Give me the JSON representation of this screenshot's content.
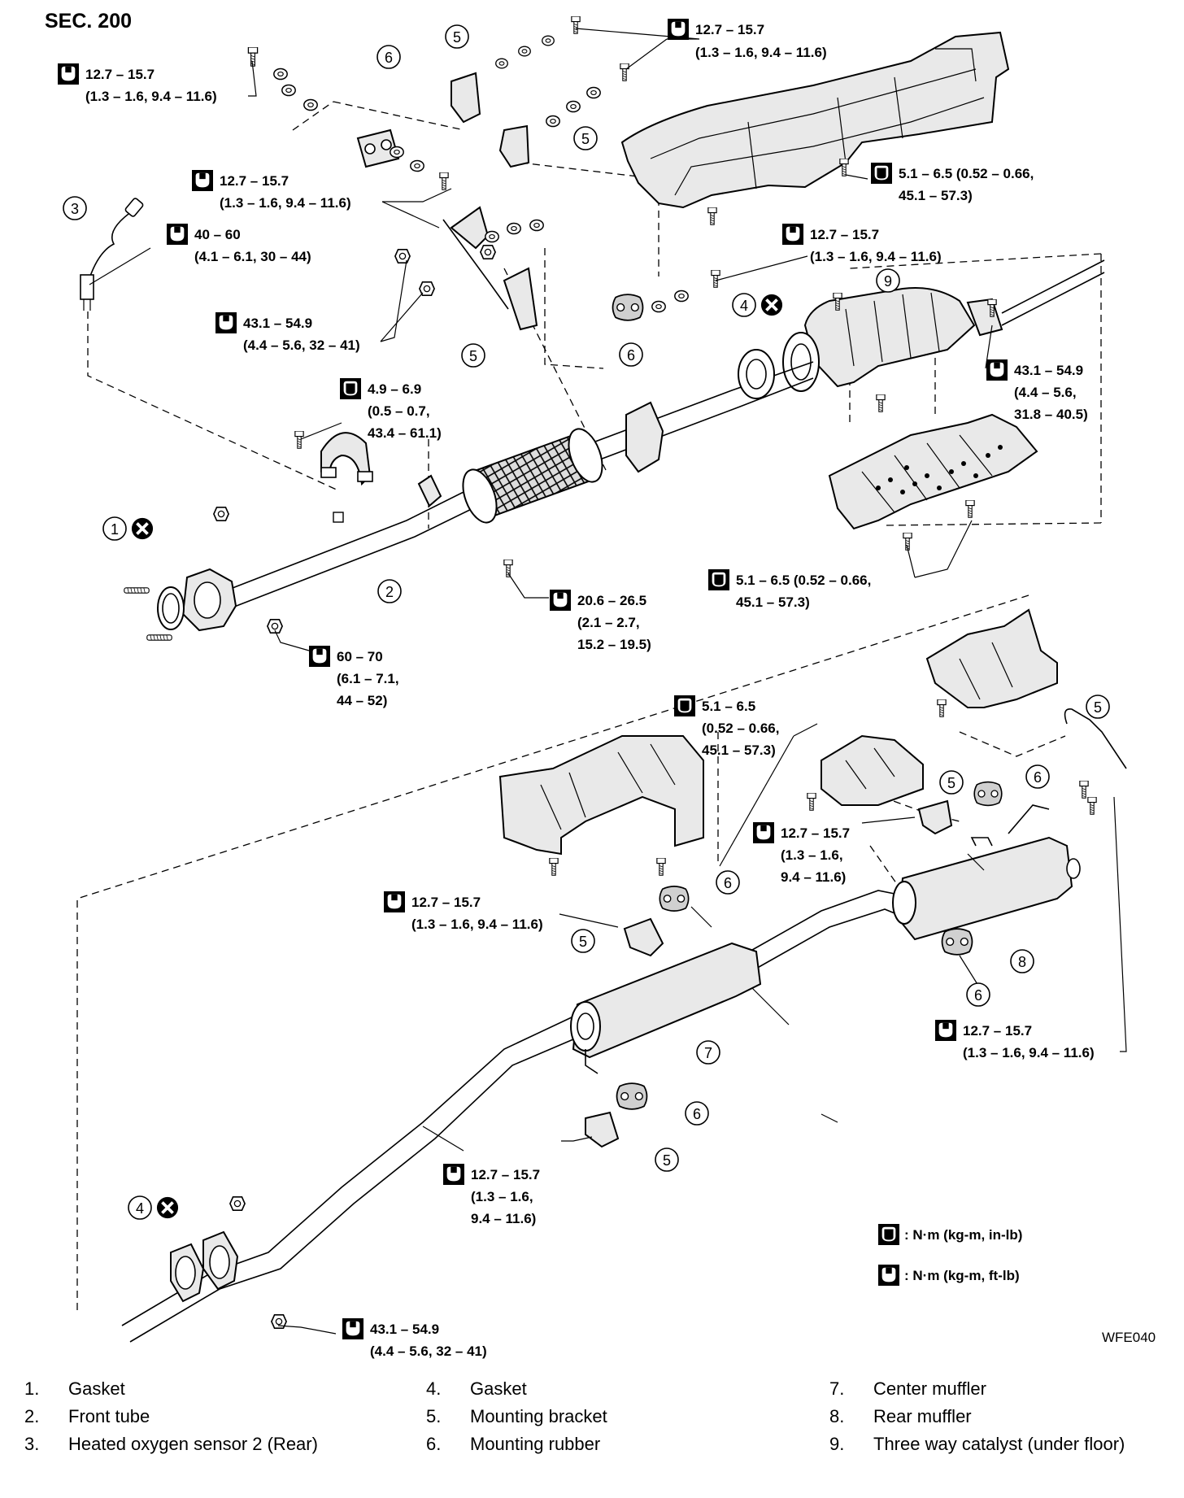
{
  "header": {
    "section": "SEC. 200"
  },
  "figure_code": "WFE040",
  "legend": {
    "inlb": ": N·m (kg-m, in-lb)",
    "ftlb": ": N·m (kg-m, ft-lb)"
  },
  "torques": {
    "t_ulheat_a": "12.7 – 15.7",
    "t_ulheat_b": "(1.3 – 1.6, 9.4 – 11.6)",
    "t_topleft_a": "12.7 – 15.7",
    "t_topleft_b": "(1.3 – 1.6, 9.4 – 11.6)",
    "t_shield_a": "5.1 – 6.5 (0.52 – 0.66,",
    "t_shield_b": "45.1 – 57.3)",
    "t_mid_a": "12.7 – 15.7",
    "t_mid_b": "(1.3 – 1.6, 9.4 – 11.6)",
    "t_sensor_a": "40 – 60",
    "t_sensor_b": "(4.1 – 6.1, 30 – 44)",
    "t_cat_a": "12.7 – 15.7",
    "t_cat_b": "(1.3 – 1.6, 9.4 – 11.6)",
    "t_nut_a": "43.1 – 54.9",
    "t_nut_b": "(4.4 – 5.6, 32 – 41)",
    "t_catr_a": "43.1 – 54.9",
    "t_catr_b": "(4.4 – 5.6,",
    "t_catr_c": "31.8 – 40.5)",
    "t_clamp_a": "4.9 – 6.9",
    "t_clamp_b": "(0.5 – 0.7,",
    "t_clamp_c": "43.4 – 61.1)",
    "t_lowshield_a": "5.1 – 6.5 (0.52 – 0.66,",
    "t_lowshield_b": "45.1 – 57.3)",
    "t_bolt_a": "20.6 – 26.5",
    "t_bolt_b": "(2.1 – 2.7,",
    "t_bolt_c": "15.2 – 19.5)",
    "t_front_a": "60 – 70",
    "t_front_b": "(6.1 – 7.1,",
    "t_front_c": "44 – 52)",
    "t_cshield_a": "5.1 – 6.5",
    "t_cshield_b": "(0.52 – 0.66,",
    "t_cshield_c": "45.1 – 57.3)",
    "t_rbr_a": "12.7 – 15.7",
    "t_rbr_b": "(1.3 – 1.6,",
    "t_rbr_c": "9.4 – 11.6)",
    "t_cbr_a": "12.7 – 15.7",
    "t_cbr_b": "(1.3 – 1.6, 9.4 – 11.6)",
    "t_rr_a": "12.7 – 15.7",
    "t_rr_b": "(1.3 – 1.6, 9.4 – 11.6)",
    "t_lbr_a": "12.7 – 15.7",
    "t_lbr_b": "(1.3 – 1.6,",
    "t_lbr_c": "9.4 – 11.6)",
    "t_rear_a": "43.1 – 54.9",
    "t_rear_b": "(4.4 – 5.6, 32 – 41)"
  },
  "callouts": [
    "1",
    "2",
    "3",
    "4",
    "5",
    "6",
    "7",
    "8",
    "9"
  ],
  "parts": [
    {
      "num": "1.",
      "name": "Gasket"
    },
    {
      "num": "4.",
      "name": "Gasket"
    },
    {
      "num": "7.",
      "name": "Center muffler"
    },
    {
      "num": "2.",
      "name": "Front tube"
    },
    {
      "num": "5.",
      "name": "Mounting bracket"
    },
    {
      "num": "8.",
      "name": "Rear muffler"
    },
    {
      "num": "3.",
      "name": "Heated oxygen sensor 2 (Rear)"
    },
    {
      "num": "6.",
      "name": "Mounting rubber"
    },
    {
      "num": "9.",
      "name": "Three way catalyst (under floor)"
    }
  ]
}
